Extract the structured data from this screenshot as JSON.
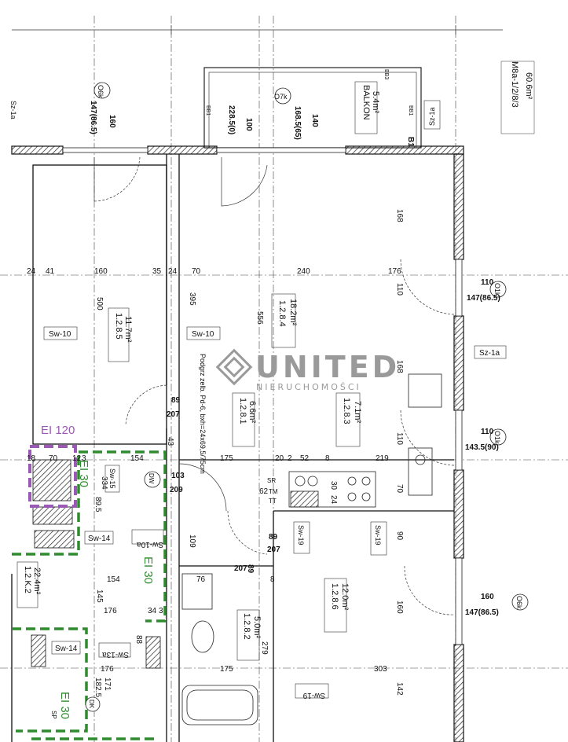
{
  "logo": {
    "name": "UNITED",
    "sub": "NIERUCHOMOŚCI"
  },
  "apartment_label": {
    "code": "M8a-1/2/8/3",
    "area": "60.6m²"
  },
  "balcony": {
    "name": "BALKON",
    "area": "5.4m²",
    "code": "B1",
    "bb": [
      "BB3",
      "BB1",
      "BB1"
    ]
  },
  "rooms": [
    {
      "code": "1.2.8.5",
      "area": "11.7m²"
    },
    {
      "code": "1.2.8.4",
      "area": "18.2m²"
    },
    {
      "code": "1.2.8.1",
      "area": "6.6m²"
    },
    {
      "code": "1.2.8.3",
      "area": "7.1m²"
    },
    {
      "code": "1.2.8.2",
      "area": "5.0m²"
    },
    {
      "code": "1.2.8.6",
      "area": "12.0m²"
    },
    {
      "code": "1.2.K.2",
      "area": "22.4m²"
    }
  ],
  "fire_ratings": {
    "purple": "EI 120",
    "green_a": "EI 30",
    "green_b": "EI 30",
    "green_c": "EI 30"
  },
  "heating_note": "Podgrz zelb. Pd-6, bxh=24x69,5/75cm",
  "window_tags": {
    "o6k_top": {
      "tag": "O6k",
      "w": "160",
      "h": "147(86.5)"
    },
    "o7k": {
      "tag": "O7k",
      "w": "140",
      "h": "168.5(65)",
      "w2": "100",
      "h2": "228.5(0)"
    },
    "o1k_a": {
      "tag": "O1k",
      "w": "110",
      "h": "147(86.5)"
    },
    "o1k_b": {
      "tag": "O1k",
      "w": "110",
      "h": "143.5(90)"
    },
    "o6k_b": {
      "tag": "O6k",
      "w": "160",
      "h": "147(86.5)"
    }
  },
  "wall_tags": {
    "sw10a": "Sw-10",
    "sw10b": "Sw-10",
    "sz1a_top": "Sz-1a",
    "sz1a_right": "Sz-1a",
    "sz1a_left": "Sz-1a",
    "sw15": "Sw-15",
    "sw14a": "Sw-14",
    "sw14b": "Sw-14",
    "sw10a_mid": "Sw-10a",
    "sw19a": "Sw-19",
    "sw19b": "Sw-19",
    "sw19c": "Sw-19",
    "sw13a": "Sw-13a",
    "dw": "DW",
    "dk": "DK",
    "sp": "SP",
    "sr": "SR",
    "tm": "TM",
    "tt": "TT"
  },
  "dimensions": {
    "d24a": "24",
    "d41": "41",
    "d160": "160",
    "d35": "35",
    "d24b": "24",
    "d70": "70",
    "d240": "240",
    "d176": "176",
    "d168a": "168",
    "d110a": "110",
    "d168b": "168",
    "d110b": "110",
    "d500": "500",
    "d395": "395",
    "d556": "556",
    "d89a": "89",
    "d207a": "207",
    "d18": "18",
    "d70b": "70",
    "d12": "12",
    "d3": "3",
    "d154": "154",
    "d175": "175",
    "d20": "20",
    "d2": "2",
    "d52": "52",
    "d8": "8",
    "d219": "219",
    "d103": "103",
    "d209": "209",
    "d89b": "89",
    "d207b": "207",
    "d89c": "89",
    "d207c": "207",
    "d43": "43",
    "d154b": "154",
    "d176b": "176",
    "d34": "34",
    "d3b": "3",
    "d145": "145",
    "d109": "109",
    "d76": "76",
    "d8b": "8",
    "d279": "279",
    "d175b": "175",
    "d303": "303",
    "d142": "142",
    "d160b": "160",
    "d90": "90",
    "d70c": "70",
    "d334": "334",
    "d895": "89.5",
    "d176c": "176",
    "d1825": "182.5",
    "d171": "171",
    "d88": "88",
    "d62": "62",
    "d30": "30",
    "d24c": "24"
  }
}
